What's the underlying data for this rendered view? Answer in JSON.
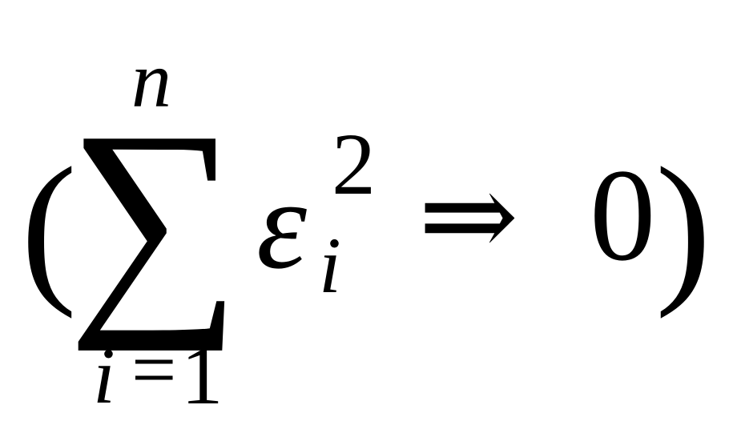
{
  "formula": {
    "open_paren": "(",
    "sum_symbol": "∑",
    "upper_limit": "n",
    "lower_index": "i",
    "lower_equals": "=",
    "lower_value": "1",
    "term_base": "ε",
    "term_subscript": "i",
    "term_superscript": "2",
    "implies": "⇒",
    "result": "0",
    "close_paren": ")"
  }
}
